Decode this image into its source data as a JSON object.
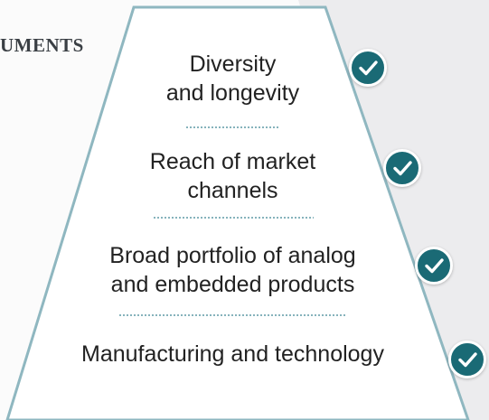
{
  "heading": "UMENTS",
  "items": [
    {
      "label_line1": "Diversity",
      "label_line2": "and longevity",
      "icon": "check-icon"
    },
    {
      "label_line1": "Reach of market",
      "label_line2": "channels",
      "icon": "check-icon"
    },
    {
      "label_line1": "Broad portfolio of analog",
      "label_line2": "and embedded products",
      "icon": "check-icon"
    },
    {
      "label_line1": "Manufacturing and technology",
      "label_line2": "",
      "icon": "check-icon"
    }
  ],
  "colors": {
    "check_fill": "#1a6a75",
    "trapezoid_border": "#8fb7c0",
    "divider": "#5f9aa6",
    "background": "#fbfbfb",
    "right_panel": "#e9eaec"
  }
}
